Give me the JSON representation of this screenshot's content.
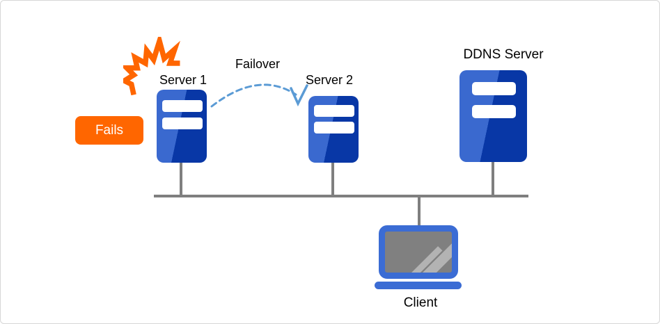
{
  "diagram_type": "network-failover-diagram",
  "badge": {
    "label": "Fails"
  },
  "edge": {
    "label": "Failover",
    "style": "dashed-curved-arrow"
  },
  "nodes": {
    "server1": {
      "label": "Server 1",
      "icon": "server-tower"
    },
    "server2": {
      "label": "Server 2",
      "icon": "server-tower"
    },
    "ddns": {
      "label": "DDNS Server",
      "icon": "server-tower"
    },
    "client": {
      "label": "Client",
      "icon": "laptop"
    }
  },
  "icons": {
    "failure": "explosion-burst",
    "server": "server-tower",
    "client": "laptop",
    "failover_arrow": "dashed-curved-arrow"
  },
  "colors": {
    "orange": "#ff6600",
    "server_blue_light": "#3a69cf",
    "server_blue_dark": "#0837a6",
    "laptop_blue": "#3b6cd4",
    "screen_gray": "#808080",
    "stripe_gray": "#b3b3b3",
    "network_gray": "#7f7f7f",
    "arc_blue": "#5b9bd5",
    "text_black": "#000000",
    "canvas_border": "#d6d6d6",
    "background": "#ffffff"
  }
}
